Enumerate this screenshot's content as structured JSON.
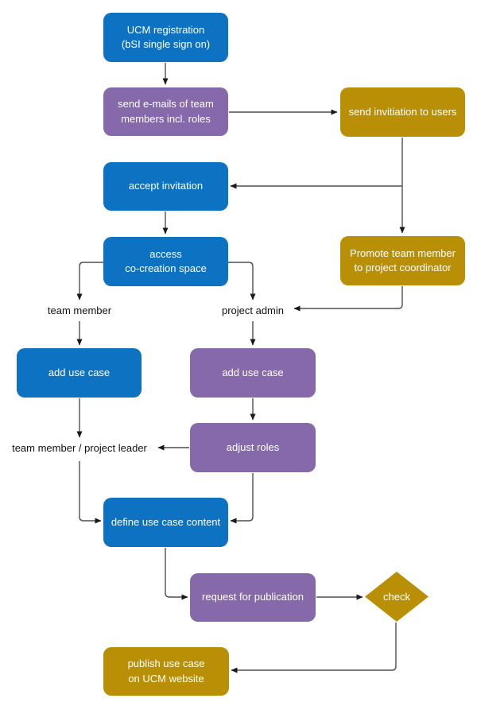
{
  "diagram": {
    "nodes": {
      "ucm_registration": "UCM registration\n(bSI single sign on)",
      "send_emails": "send e-mails of team\nmembers incl. roles",
      "send_invitation": "send invitiation to users",
      "accept_invitation": "accept invitation",
      "access_space": "access\nco-creation space",
      "promote": "Promote team member\nto project coordinator",
      "add_use_case_member": "add use case",
      "add_use_case_admin": "add use case",
      "adjust_roles": "adjust roles",
      "define_content": "define use case content",
      "check": "check",
      "publish": "publish use case\non UCM website"
    },
    "labels": {
      "team_member": "team member",
      "project_admin": "project admin",
      "team_member_project_leader": "team member / project leader"
    },
    "colors": {
      "blue": "#0e72c2",
      "purple": "#8569aa",
      "gold": "#b98f06",
      "connector": "#4f4f4f",
      "arrowhead": "#1a1a1a",
      "background": "#ffffff",
      "node_text": "#ffffff",
      "label_text": "#111111"
    }
  }
}
